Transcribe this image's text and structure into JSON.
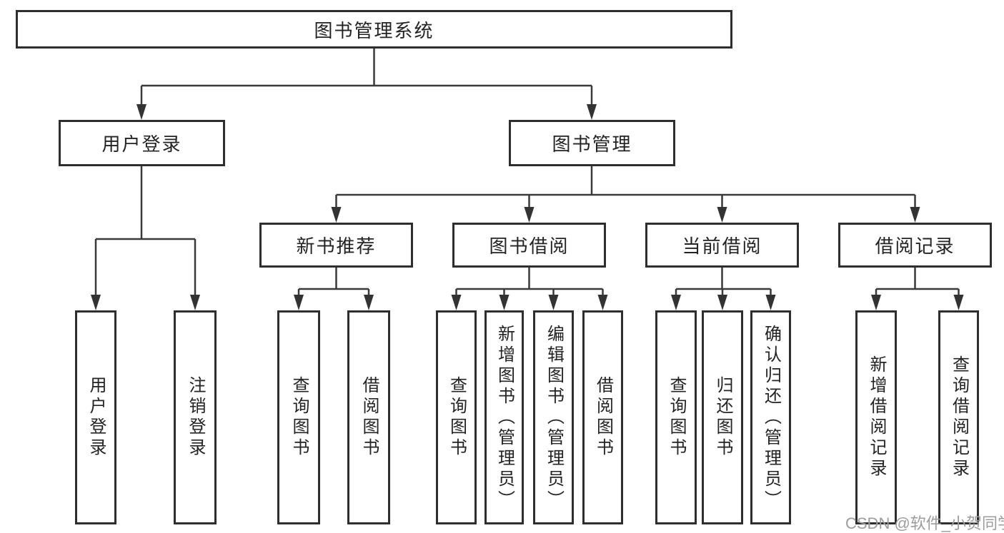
{
  "diagram": {
    "tree": {
      "root": {
        "label": "图书管理系统"
      },
      "children": [
        {
          "label": "用户登录",
          "children": [
            {
              "label": "用户登录"
            },
            {
              "label": "注销登录"
            }
          ]
        },
        {
          "label": "图书管理",
          "children": [
            {
              "label": "新书推荐",
              "children": [
                {
                  "label": "查询图书"
                },
                {
                  "label": "借阅图书"
                }
              ]
            },
            {
              "label": "图书借阅",
              "children": [
                {
                  "label": "查询图书"
                },
                {
                  "label": "新增图书（管理员）"
                },
                {
                  "label": "编辑图书（管理员）"
                },
                {
                  "label": "借阅图书"
                }
              ]
            },
            {
              "label": "当前借阅",
              "children": [
                {
                  "label": "查询图书"
                },
                {
                  "label": "归还图书"
                },
                {
                  "label": "确认归还（管理员）"
                }
              ]
            },
            {
              "label": "借阅记录",
              "children": [
                {
                  "label": "新增借阅记录"
                },
                {
                  "label": "查询借阅记录"
                }
              ]
            }
          ]
        }
      ]
    },
    "colors": {
      "line": "#3a3a3a",
      "border": "#2e2e2e",
      "text": "#232323",
      "background": "#ffffff",
      "watermark": "#9c9c9c"
    },
    "watermark_text": "CSDN @软件_小贺同学"
  }
}
